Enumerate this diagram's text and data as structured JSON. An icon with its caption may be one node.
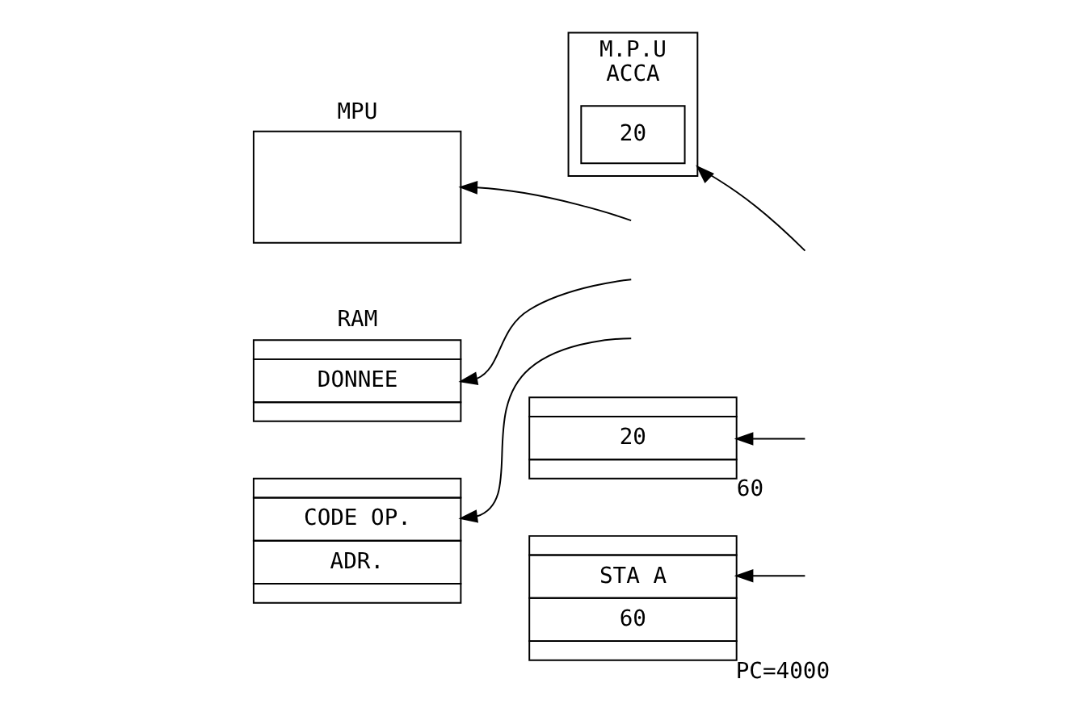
{
  "diagram": {
    "nodes": [
      {
        "text": [
          "MPU"
        ]
      },
      {
        "text": [
          "RAM",
          "DONNEE"
        ]
      },
      {
        "text": [
          "CODE OP.",
          "ADR."
        ]
      },
      {
        "text": [
          "M.P.U",
          "ACCA"
        ]
      },
      {
        "text": [
          "20"
        ],
        "in": 3
      },
      {
        "text": [
          "20"
        ],
        "beside": [
          "60"
        ]
      },
      {
        "text": [
          "STA A",
          "60"
        ],
        "beside": [
          "PC=4000"
        ]
      }
    ],
    "edges": [
      {
        "from": null,
        "to": 0,
        "arrow": "to"
      },
      {
        "from": null,
        "to": 1,
        "arrow": "to"
      },
      {
        "from": null,
        "to": 2,
        "arrow": "to"
      },
      {
        "from": null,
        "to": 3,
        "arrow": "to"
      },
      {
        "from": null,
        "to": 5,
        "arrow": "to"
      },
      {
        "from": null,
        "to": 6,
        "arrow": "to"
      }
    ]
  }
}
